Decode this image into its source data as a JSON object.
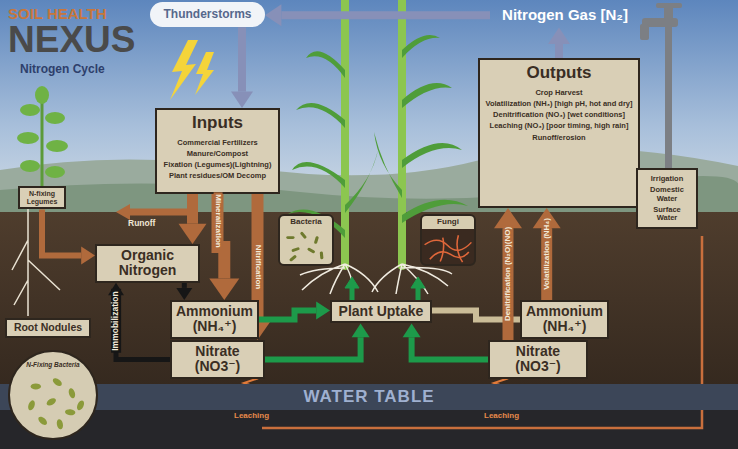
{
  "diagram": {
    "title": "SOIL HEALTH",
    "nodes": [
      {
        "text": [
          "Inputs",
          "Commercial Fertilizers",
          "Manure/Compost",
          "Fixation (Legumes)(Lightning)",
          "Plant residues/OM Decomp"
        ]
      },
      {
        "text": [
          "Outputs",
          "Crop Harvest",
          "Volatilization (NH₃) [high pH, hot and dry]",
          "Denitrification (NO₃) [wet conditions]",
          "Leaching (NO₃) [poor timing, high rain]",
          "Runoff/erosion"
        ]
      },
      {
        "text": [
          "Thunderstorms"
        ]
      },
      {
        "text": [
          "Nitrogen Gas [N₂]"
        ]
      },
      {
        "text": [
          "N-fixing Legumes"
        ]
      },
      {
        "text": [
          "Organic Nitrogen"
        ]
      },
      {
        "text": [
          "Ammonium (NH₄⁺)"
        ]
      },
      {
        "text": [
          "Nitrate (NO3⁻)"
        ]
      },
      {
        "text": [
          "Root Nodules"
        ]
      },
      {
        "text": [
          "N-Fixing Bacteria"
        ]
      },
      {
        "text": [
          "Bacteria"
        ]
      },
      {
        "text": [
          "Fungi"
        ]
      },
      {
        "text": [
          "Plant Uptake"
        ]
      },
      {
        "text": [
          "Ammonium (NH₄⁺)"
        ]
      },
      {
        "text": [
          "Nitrate (NO3⁻)"
        ]
      },
      {
        "text": [
          "Irrigation",
          "Domestic Water",
          "Surface Water"
        ]
      },
      {
        "text": [
          "WATER TABLE"
        ]
      }
    ],
    "edges": [
      {
        "from": 3,
        "to": 2,
        "arrow": "to"
      },
      {
        "from": 2,
        "to": 0,
        "arrow": "to"
      },
      {
        "from": 1,
        "to": 3,
        "arrow": "to"
      },
      {
        "from": 0,
        "to": 5,
        "arrow": "to"
      },
      {
        "from": 0,
        "to": 6,
        "label": "Mineralization",
        "arrow": "to"
      },
      {
        "from": 0,
        "to": 7,
        "label": "Nitrification",
        "arrow": "to"
      },
      {
        "from": 4,
        "to": 5,
        "arrow": "to"
      },
      {
        "from": 5,
        "to": 6,
        "arrow": "to"
      },
      {
        "from": 7,
        "to": 5,
        "label": "Immobilization",
        "arrow": "to"
      },
      {
        "from": 6,
        "to": 12,
        "arrow": "to"
      },
      {
        "from": 7,
        "to": 12,
        "arrow": "to"
      },
      {
        "from": 13,
        "to": 12,
        "arrow": "none"
      },
      {
        "from": 14,
        "to": 12,
        "arrow": "to"
      },
      {
        "from": 13,
        "to": 1,
        "label": "Volatilization (NH₄)",
        "arrow": "to"
      },
      {
        "from": 14,
        "to": 1,
        "label": "Denitrification (N₂O)(NO)",
        "arrow": "to"
      }
    ],
    "labels": [
      "NEXUS",
      "Nitrogen Cycle",
      "Runoff",
      "Leaching",
      "Leaching"
    ]
  }
}
